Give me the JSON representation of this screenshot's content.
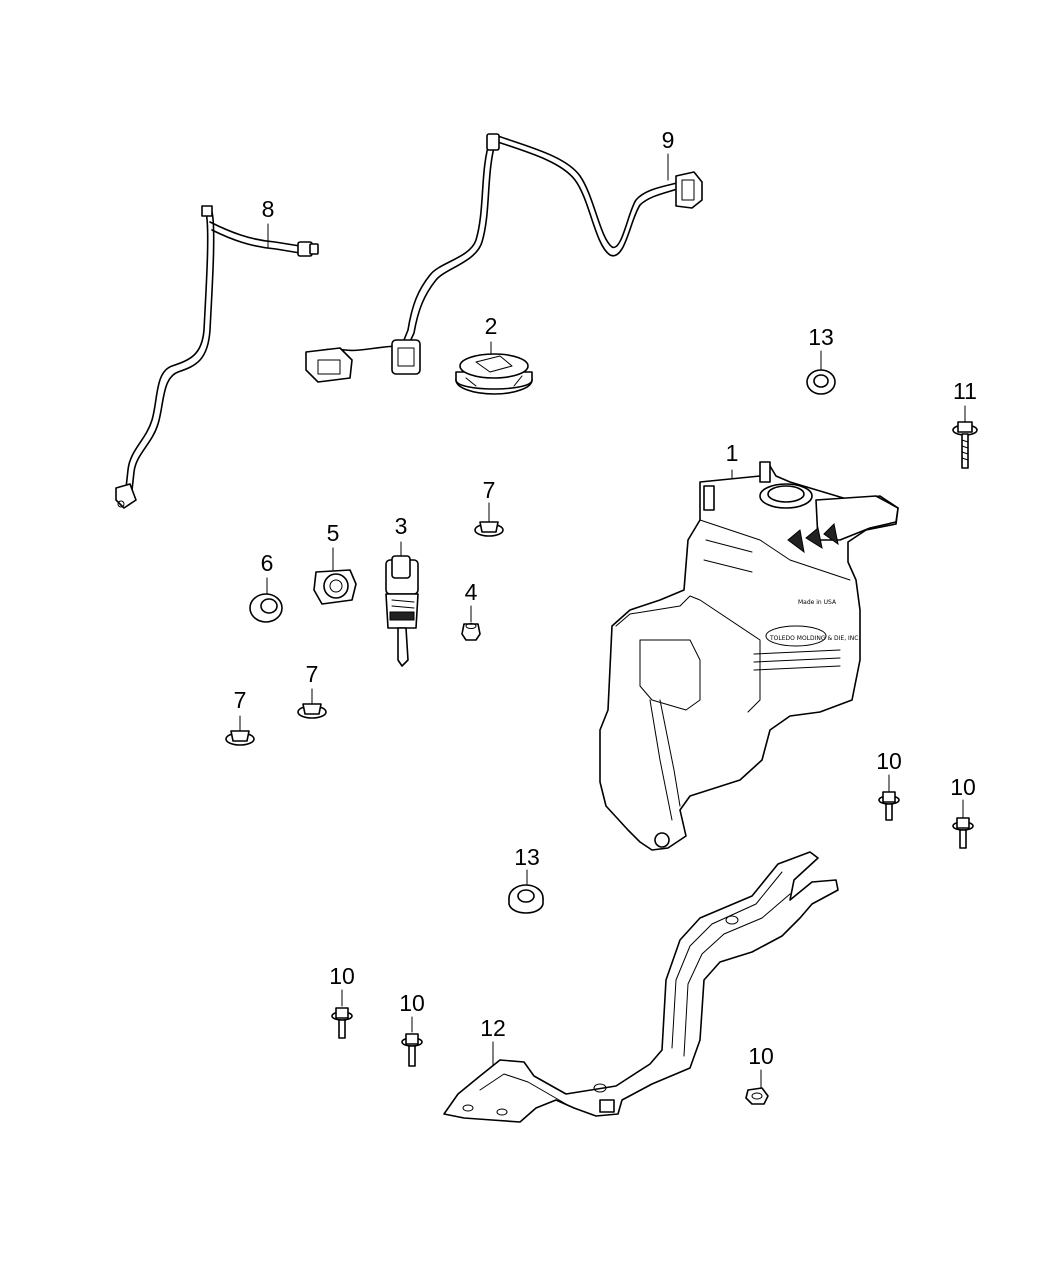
{
  "callouts": {
    "c1": "1",
    "c2": "2",
    "c3": "3",
    "c4": "4",
    "c5": "5",
    "c6": "6",
    "c7a": "7",
    "c7b": "7",
    "c7c": "7",
    "c8": "8",
    "c9": "9",
    "c10a": "10",
    "c10b": "10",
    "c10c": "10",
    "c10d": "10",
    "c10e": "10",
    "c11": "11",
    "c12": "12",
    "c13a": "13",
    "c13b": "13"
  },
  "reservoir_label": {
    "supplier": "TOLEDO MOLDING & DIE, INC.",
    "made_in": "Made in USA"
  }
}
